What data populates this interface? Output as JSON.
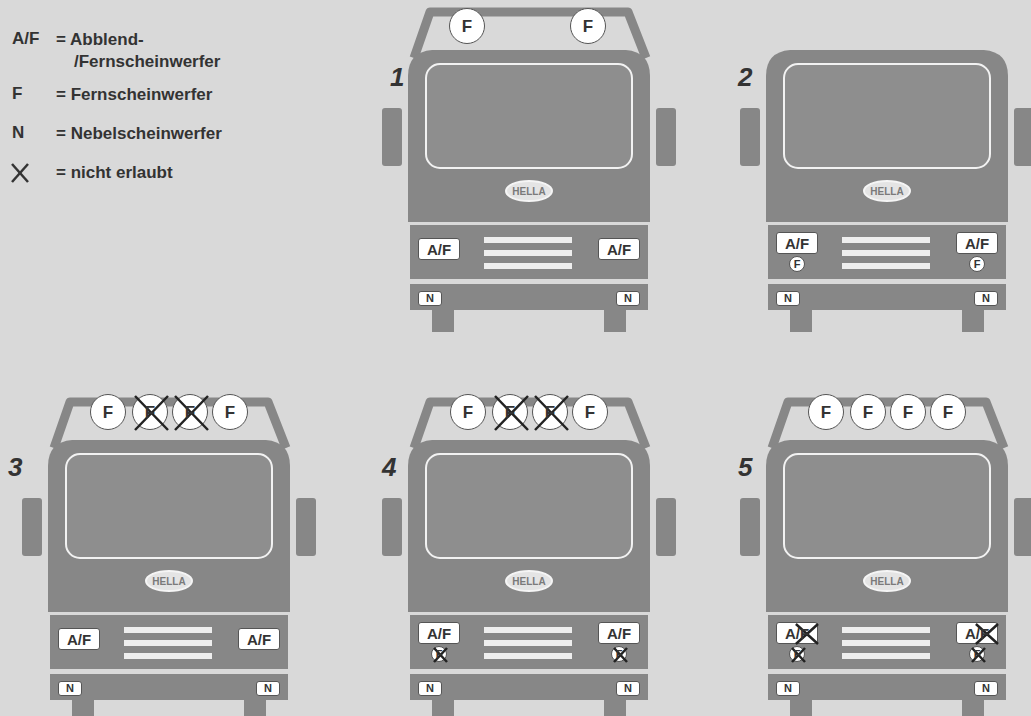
{
  "diagram": {
    "nodes": [
      {
        "text": [
          "F"
        ]
      },
      {
        "text": [
          "F"
        ]
      },
      {
        "text": [
          "A/F"
        ]
      },
      {
        "text": [
          "A/F"
        ]
      },
      {
        "text": [
          "N"
        ]
      },
      {
        "text": [
          "N"
        ]
      },
      {
        "text": [
          "A/F"
        ]
      },
      {
        "text": [
          "A/F"
        ]
      },
      {
        "text": [
          "F"
        ]
      },
      {
        "text": [
          "F"
        ]
      },
      {
        "text": [
          "N"
        ]
      },
      {
        "text": [
          "N"
        ]
      },
      {
        "text": [
          "F"
        ]
      },
      {
        "text": [
          "F"
        ]
      },
      {
        "text": [
          "F"
        ]
      },
      {
        "text": [
          "F"
        ]
      },
      {
        "text": [
          "A/F"
        ]
      },
      {
        "text": [
          "A/F"
        ]
      },
      {
        "text": [
          "N"
        ]
      },
      {
        "text": [
          "N"
        ]
      },
      {
        "text": [
          "F"
        ]
      },
      {
        "text": [
          "F"
        ]
      },
      {
        "text": [
          "F"
        ]
      },
      {
        "text": [
          "F"
        ]
      },
      {
        "text": [
          "A/F"
        ]
      },
      {
        "text": [
          "A/F"
        ]
      },
      {
        "text": [
          "F"
        ]
      },
      {
        "text": [
          "F"
        ]
      },
      {
        "text": [
          "N"
        ]
      },
      {
        "text": [
          "N"
        ]
      },
      {
        "text": [
          "F"
        ]
      },
      {
        "text": [
          "F"
        ]
      },
      {
        "text": [
          "F"
        ]
      },
      {
        "text": [
          "F"
        ]
      },
      {
        "text": [
          "A/F"
        ]
      },
      {
        "text": [
          "A/F"
        ]
      },
      {
        "text": [
          "F"
        ]
      },
      {
        "text": [
          "F"
        ]
      },
      {
        "text": [
          "N"
        ]
      },
      {
        "text": [
          "N"
        ]
      }
    ],
    "labels": [
      "A/F",
      "F",
      "N",
      "1",
      "2",
      "3",
      "4",
      "5",
      "HELLA",
      "HELLA",
      "HELLA",
      "HELLA",
      "HELLA"
    ],
    "legend": [
      {
        "text": "= Abblend- /Fernscheinwerfer"
      },
      {
        "text": "= Fernscheinwerfer"
      },
      {
        "text": "= Nebelscheinwerfer"
      },
      {
        "text": "= nicht erlaubt"
      }
    ]
  }
}
